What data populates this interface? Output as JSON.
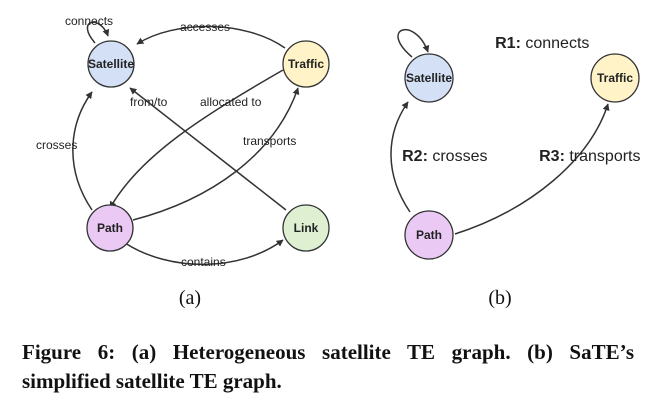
{
  "colors": {
    "satellite": "#d4e0f5",
    "traffic": "#fff3c7",
    "path": "#eac9f5",
    "link": "#dff0d2",
    "stroke": "#333333"
  },
  "panel_a": {
    "label": "(a)",
    "nodes": {
      "satellite": "Satellite",
      "traffic": "Traffic",
      "path": "Path",
      "link": "Link"
    },
    "edges": {
      "connects": "connects",
      "accesses": "accesses",
      "from_to": "from/to",
      "allocated_to": "allocated to",
      "crosses": "crosses",
      "transports": "transports",
      "contains": "contains"
    }
  },
  "panel_b": {
    "label": "(b)",
    "nodes": {
      "satellite": "Satellite",
      "traffic": "Traffic",
      "path": "Path"
    },
    "relations": {
      "r1": {
        "id": "R1:",
        "name": " connects"
      },
      "r2": {
        "id": "R2:",
        "name": " crosses"
      },
      "r3": {
        "id": "R3:",
        "name": " transports"
      }
    }
  },
  "caption": "Figure 6: (a) Heterogeneous satellite TE graph. (b) SaTE’s simplified satellite TE graph."
}
